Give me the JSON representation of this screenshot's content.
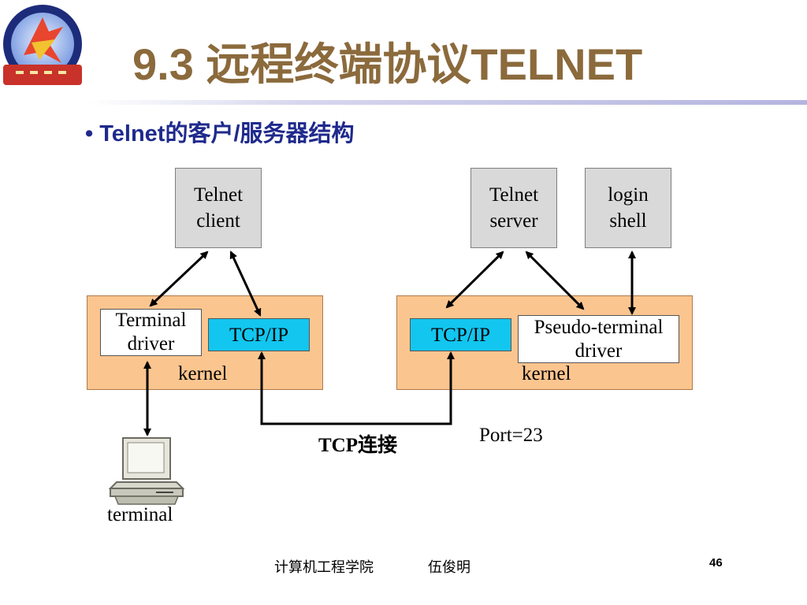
{
  "slide": {
    "title": "9.3 远程终端协议TELNET",
    "bullet_marker": "•",
    "bullet": "Telnet的客户/服务器结构"
  },
  "diagram": {
    "client": {
      "line1": "Telnet",
      "line2": "client"
    },
    "server": {
      "line1": "Telnet",
      "line2": "server"
    },
    "login_shell": {
      "line1": "login",
      "line2": "shell"
    },
    "terminal_driver": {
      "line1": "Terminal",
      "line2": "driver"
    },
    "tcpip_left": "TCP/IP",
    "tcpip_right": "TCP/IP",
    "pseudo_driver": {
      "line1": "Pseudo-terminal",
      "line2": "driver"
    },
    "kernel_left": "kernel",
    "kernel_right": "kernel",
    "connection_label": "TCP连接",
    "port_label": "Port=23",
    "terminal_label": "terminal"
  },
  "footer": {
    "school": "计算机工程学院",
    "author": "伍俊明",
    "page": "46"
  },
  "colors": {
    "title": "#8b6a3c",
    "bullet": "#1f2a8c",
    "kernel": "#fbc58f",
    "tcpip": "#12c6f0",
    "app_box": "#d9d9d9"
  }
}
